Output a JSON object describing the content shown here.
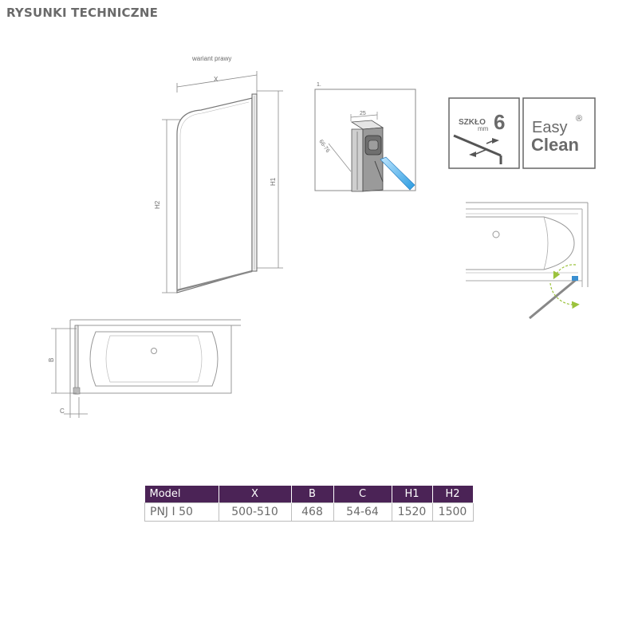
{
  "header": {
    "title": "RYSUNKI TECHNICZNE"
  },
  "front_view": {
    "variant_label": "wariant prawy",
    "dim_x": "X",
    "dim_h1": "H1",
    "dim_h2": "H2"
  },
  "profile_detail": {
    "number": "1.",
    "dim_width": "25",
    "dim_range": "66-76"
  },
  "top_view": {
    "dim_b": "B",
    "dim_c": "C"
  },
  "badges": {
    "glass": {
      "word": "SZKŁO",
      "unit": "mm",
      "value": "6"
    },
    "easy_clean": {
      "line1": "Easy",
      "line2": "Clean",
      "mark": "®"
    }
  },
  "colors": {
    "table_header": "#4b2356",
    "arrow_green": "#9bc23c",
    "hinge_blue": "#3a8fd0"
  },
  "spec_table": {
    "headers": [
      "Model",
      "X",
      "B",
      "C",
      "H1",
      "H2"
    ],
    "rows": [
      [
        "PNJ I 50",
        "500-510",
        "468",
        "54-64",
        "1520",
        "1500"
      ]
    ]
  }
}
